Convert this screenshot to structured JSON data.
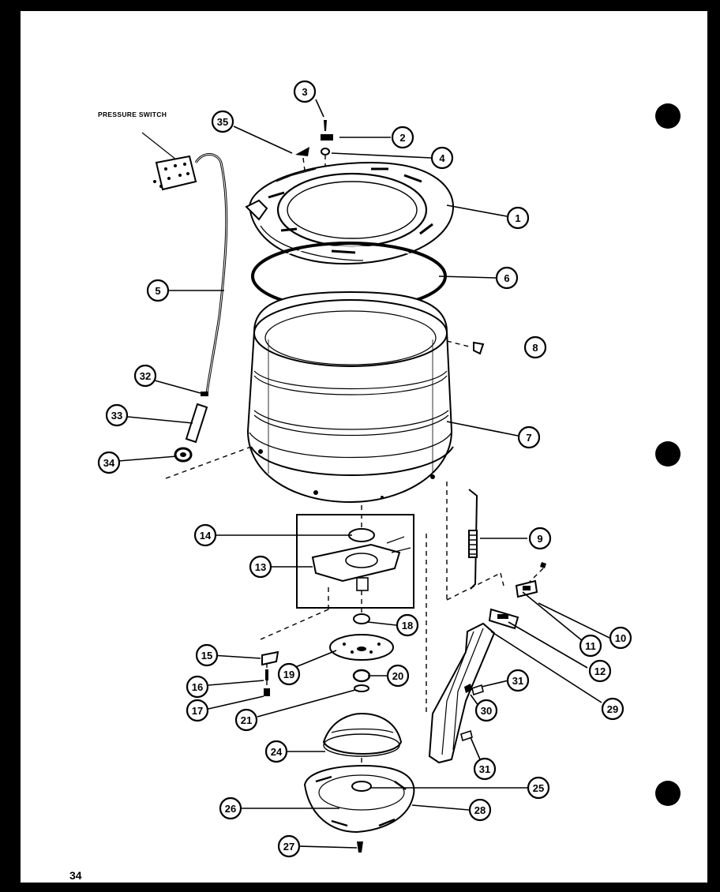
{
  "page": {
    "label_pressure_switch": "PRESSURE SWITCH",
    "page_number": "34",
    "colors": {
      "paper": "#ffffff",
      "border": "#000000",
      "ink": "#000000"
    }
  },
  "callouts": [
    {
      "id": "c1",
      "num": "1"
    },
    {
      "id": "c2",
      "num": "2"
    },
    {
      "id": "c3",
      "num": "3"
    },
    {
      "id": "c4",
      "num": "4"
    },
    {
      "id": "c5",
      "num": "5"
    },
    {
      "id": "c6",
      "num": "6"
    },
    {
      "id": "c7",
      "num": "7"
    },
    {
      "id": "c8",
      "num": "8"
    },
    {
      "id": "c9",
      "num": "9"
    },
    {
      "id": "c10",
      "num": "10"
    },
    {
      "id": "c11",
      "num": "11"
    },
    {
      "id": "c12",
      "num": "12"
    },
    {
      "id": "c13",
      "num": "13"
    },
    {
      "id": "c14",
      "num": "14"
    },
    {
      "id": "c15",
      "num": "15"
    },
    {
      "id": "c16",
      "num": "16"
    },
    {
      "id": "c17",
      "num": "17"
    },
    {
      "id": "c18",
      "num": "18"
    },
    {
      "id": "c19",
      "num": "19"
    },
    {
      "id": "c20",
      "num": "20"
    },
    {
      "id": "c21",
      "num": "21"
    },
    {
      "id": "c24",
      "num": "24"
    },
    {
      "id": "c25",
      "num": "25"
    },
    {
      "id": "c26",
      "num": "26"
    },
    {
      "id": "c27",
      "num": "27"
    },
    {
      "id": "c28",
      "num": "28"
    },
    {
      "id": "c29",
      "num": "29"
    },
    {
      "id": "c30",
      "num": "30"
    },
    {
      "id": "c31a",
      "num": "31"
    },
    {
      "id": "c31b",
      "num": "31"
    },
    {
      "id": "c32",
      "num": "32"
    },
    {
      "id": "c33",
      "num": "33"
    },
    {
      "id": "c34",
      "num": "34"
    },
    {
      "id": "c35",
      "num": "35"
    }
  ]
}
